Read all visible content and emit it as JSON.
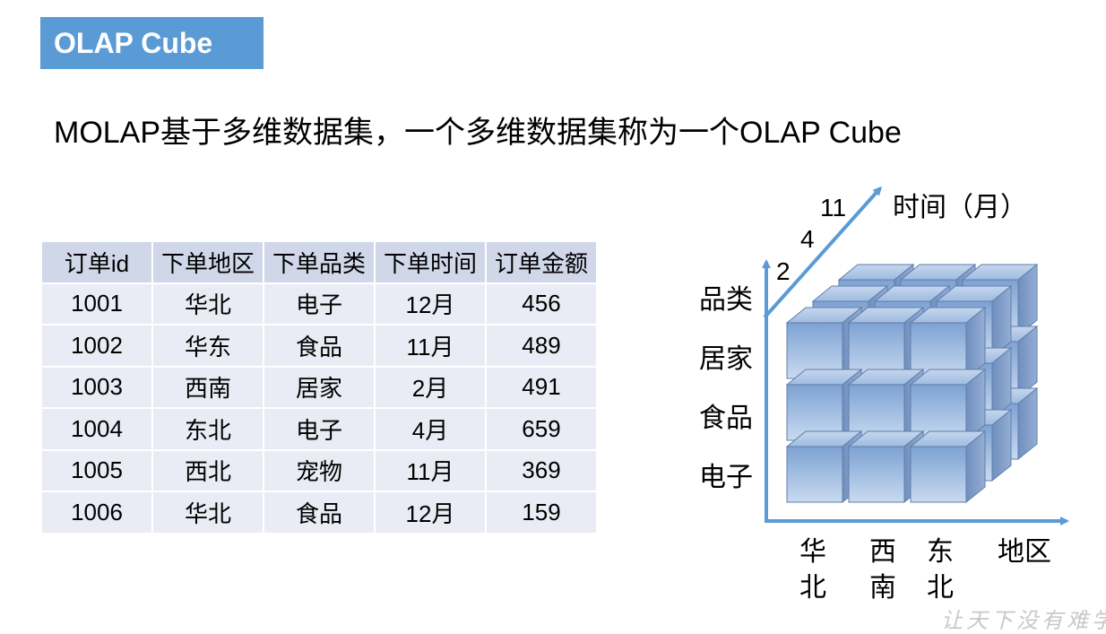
{
  "slide": {
    "title": "OLAP Cube",
    "subtitle": "MOLAP基于多维数据集，一个多维数据集称为一个OLAP Cube",
    "watermark": "让天下没有难学"
  },
  "table": {
    "headers": [
      "订单id",
      "下单地区",
      "下单品类",
      "下单时间",
      "订单金额"
    ],
    "rows": [
      [
        "1001",
        "华北",
        "电子",
        "12月",
        "456"
      ],
      [
        "1002",
        "华东",
        "食品",
        "11月",
        "489"
      ],
      [
        "1003",
        "西南",
        "居家",
        "2月",
        "491"
      ],
      [
        "1004",
        "东北",
        "电子",
        "4月",
        "659"
      ],
      [
        "1005",
        "西北",
        "宠物",
        "11月",
        "369"
      ],
      [
        "1006",
        "华北",
        "食品",
        "12月",
        "159"
      ]
    ]
  },
  "cube": {
    "time_axis_label": "时间（月）",
    "time_ticks": [
      "2",
      "4",
      "11"
    ],
    "category_ticks": [
      "品类",
      "居家",
      "食品",
      "电子"
    ],
    "region_ticks": [
      "华北",
      "西南",
      "东北"
    ],
    "region_axis_label": "地区",
    "colors": {
      "axis": "#5b9bd5",
      "cube_front": "#a6c0e2",
      "cube_top": "#b8cdea",
      "cube_side": "#7e98bf"
    }
  }
}
